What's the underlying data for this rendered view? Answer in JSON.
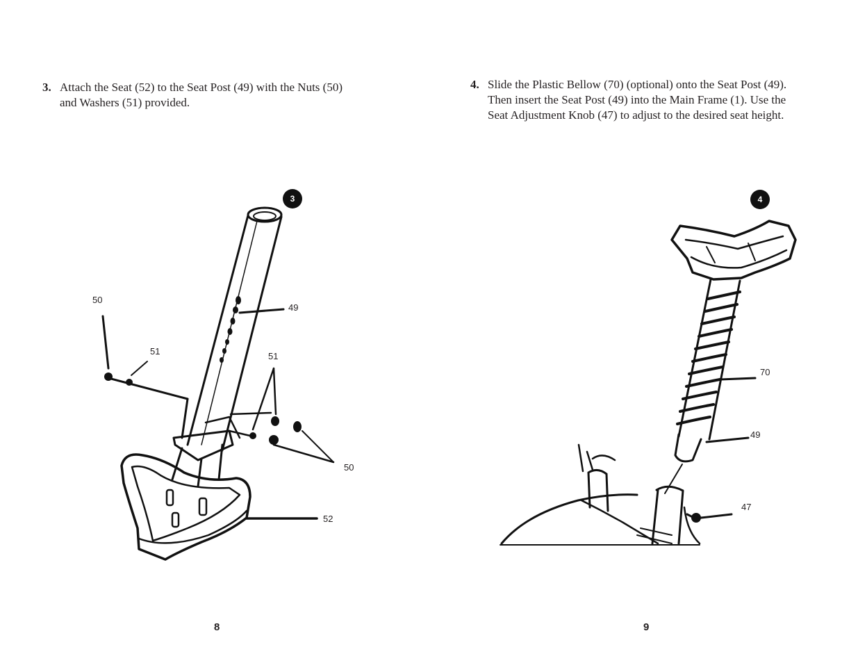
{
  "pages": [
    {
      "page_number": "8",
      "step": {
        "number": "3.",
        "text_lines": [
          "Attach the Seat (52) to the Seat Post (49) with the Nuts (50)",
          "and Washers (51) provided."
        ]
      },
      "figure": {
        "badge": "3",
        "callouts": [
          "50",
          "51",
          "49",
          "51",
          "50",
          "52"
        ]
      }
    },
    {
      "page_number": "9",
      "step": {
        "number": "4.",
        "text_lines": [
          "Slide the Plastic Bellow (70) (optional) onto the Seat Post (49).",
          "Then insert the Seat Post (49) into the Main Frame (1). Use the",
          "Seat Adjustment Knob (47) to adjust to the desired seat height."
        ]
      },
      "figure": {
        "badge": "4",
        "callouts": [
          "70",
          "49",
          "47"
        ]
      }
    }
  ]
}
